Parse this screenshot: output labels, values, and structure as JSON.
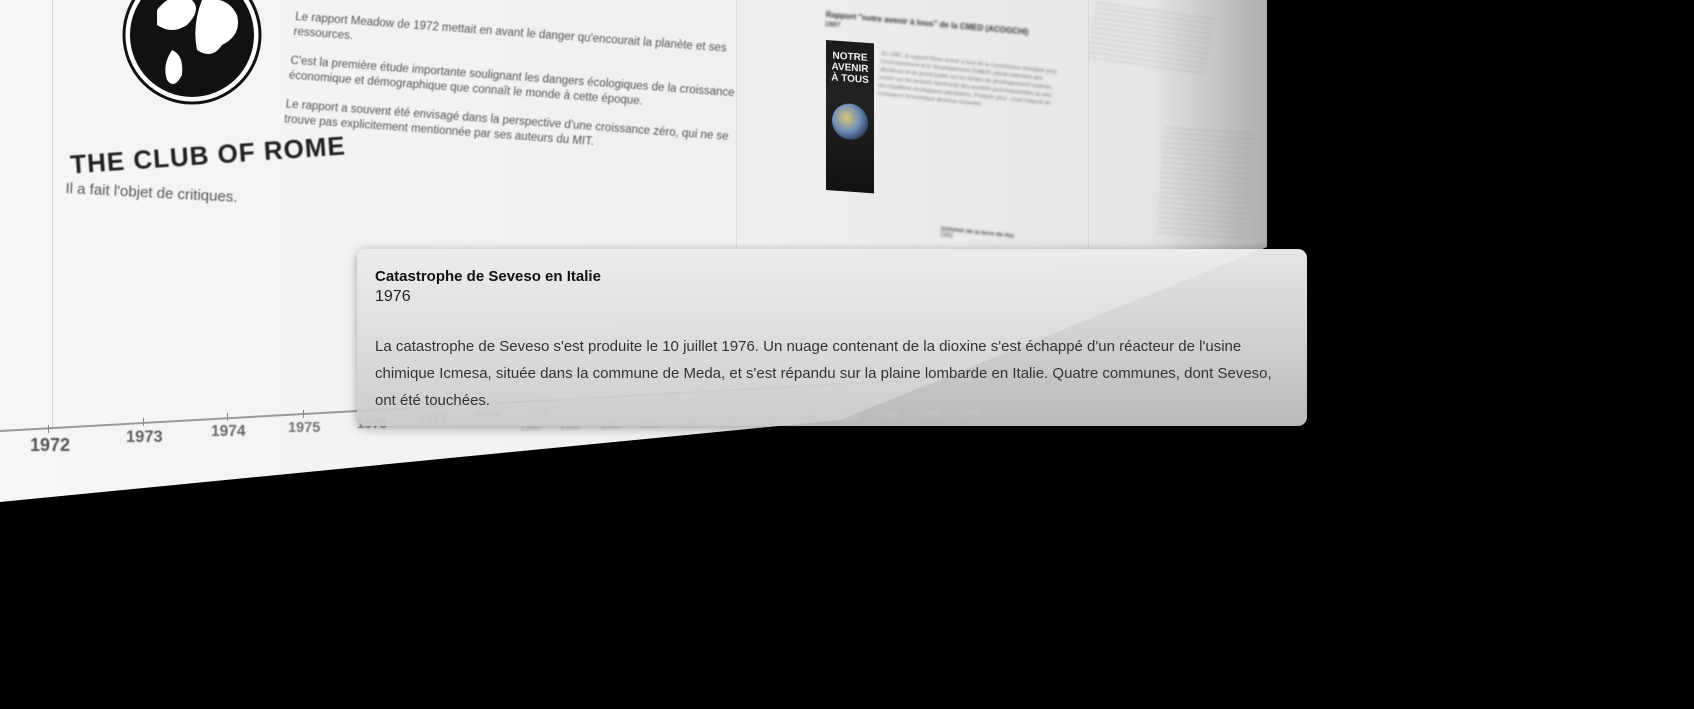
{
  "logo": {
    "text": "THE CLUB OF ROME"
  },
  "critique": "Il a fait l'objet de critiques.",
  "meadow": {
    "p1": "Le rapport Meadow de 1972 mettait en avant le danger qu'encourait la planète et ses ressources.",
    "p2": "C'est la première étude importante soulignant les dangers écologiques de la croissance économique et démographique que connaît le monde à cette époque.",
    "p3": "Le rapport a souvent été envisagé dans la perspective d'une croissance zéro, qui ne se trouve pas explicitement mentionnée par ses auteurs du MIT."
  },
  "report": {
    "title": "Rapport \"notre avenir à tous\" de la CMED (ACOGCHI)",
    "year": "1987",
    "cover_text": "NOTRE AVENIR À TOUS",
    "body": "En 1987, le rapport Notre avenir à tous de la Commission mondiale pour l'environnement et le développement (CMED) attirait l'attention des décideurs et du grand public sur les limites du développement matériel, centré sur les besoins dominants des sociétés post-industrielles au prix des équilibres écologiques planétaires. Produire plus : c'est l'objectif de croissance économique devenue essentiel."
  },
  "rio": {
    "title": "Sommet de la terre de Rio",
    "year": "1992"
  },
  "timeline": {
    "years": [
      "1972",
      "1973",
      "1974",
      "1975",
      "1976",
      "1977",
      "1978",
      "1979"
    ],
    "ghost_years": [
      "1980",
      "1981",
      "1982",
      "1983",
      "1984",
      "1985",
      "1986",
      "1987",
      "1988",
      "1989",
      "1990",
      "1991"
    ]
  },
  "tooltip": {
    "title": "Catastrophe de Seveso en Italie",
    "year": "1976",
    "body": "La catastrophe de Seveso s'est produite le 10 juillet 1976. Un nuage contenant de la dioxine s'est échappé d'un réacteur de l'usine chimique Icmesa, située dans la commune de Meda, et s'est répandu sur la plaine lombarde en Italie. Quatre communes, dont Seveso, ont été touchées."
  }
}
